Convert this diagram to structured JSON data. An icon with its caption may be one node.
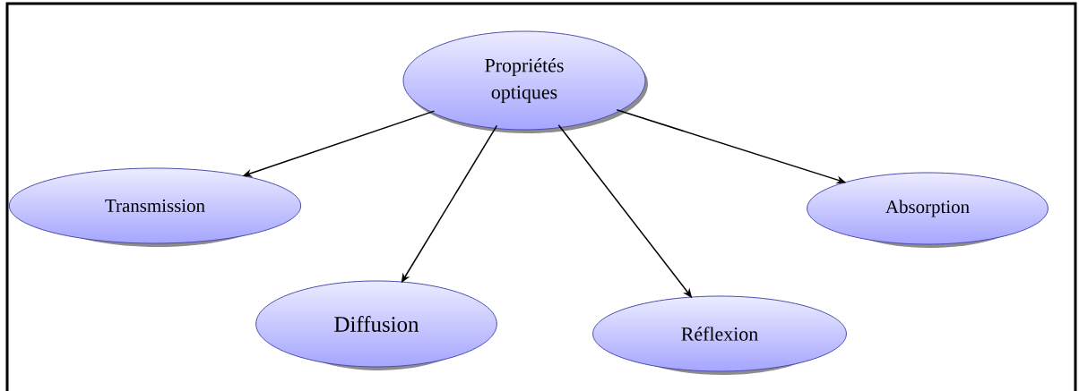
{
  "diagram": {
    "nodes": [
      {
        "text": [
          "Propriétés optiques"
        ]
      },
      {
        "text": [
          "Transmission"
        ]
      },
      {
        "text": [
          "Diffusion"
        ]
      },
      {
        "text": [
          "Réflexion"
        ]
      },
      {
        "text": [
          "Absorption"
        ]
      }
    ],
    "edges": [
      {
        "from": 0,
        "to": 1,
        "arrow": "to"
      },
      {
        "from": 0,
        "to": 2,
        "arrow": "to"
      },
      {
        "from": 0,
        "to": 3,
        "arrow": "to"
      },
      {
        "from": 0,
        "to": 4,
        "arrow": "to"
      }
    ]
  }
}
